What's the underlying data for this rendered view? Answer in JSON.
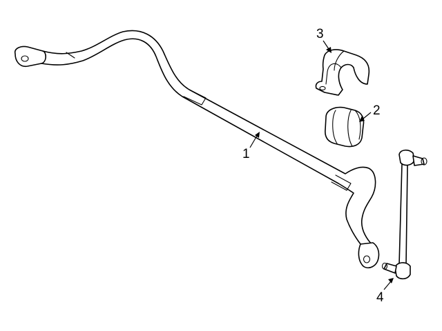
{
  "callouts": {
    "bar": "1",
    "bushing": "2",
    "bracket": "3",
    "link": "4"
  },
  "colors": {
    "stroke": "#000000",
    "background": "#ffffff"
  }
}
